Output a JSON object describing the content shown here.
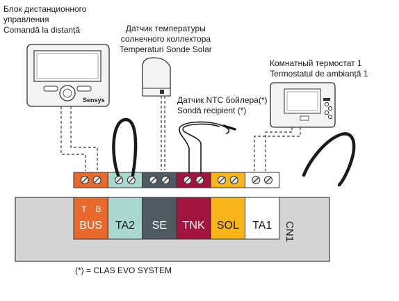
{
  "labels": {
    "remote_ru_1": "Блок дистанционного",
    "remote_ru_2": "управления",
    "remote_ro": "Comandă la distanță",
    "solar_ru_1": "Датчик температуры",
    "solar_ru_2": "солнечного коллектора",
    "solar_ro": "Temperaturi Sonde Solar",
    "ntc_ru": "Датчик NTC бойлера(*)",
    "ntc_ro": "Sondă recipient (*)",
    "room_ru": "Комнатный термостат 1",
    "room_ro": "Termostatul de ambianță 1",
    "footnote": "(*) = CLAS EVO SYSTEM",
    "device_brand": "Sensys",
    "board_label": "CN1"
  },
  "terminals": [
    {
      "id": "bus",
      "label": "BUS",
      "sub_left": "T",
      "sub_right": "B",
      "color": "#e8692b",
      "strip": "#e8692b",
      "text_color": "#ffffff"
    },
    {
      "id": "ta2",
      "label": "TA2",
      "sub_left": "",
      "sub_right": "",
      "color": "#a8d8cf",
      "strip": "#a8d8cf",
      "text_color": "#1a1a1a"
    },
    {
      "id": "se",
      "label": "SE",
      "sub_left": "",
      "sub_right": "",
      "color": "#4f5b63",
      "strip": "#4f5b63",
      "text_color": "#ffffff"
    },
    {
      "id": "tnk",
      "label": "TNK",
      "sub_left": "",
      "sub_right": "",
      "color": "#a3153f",
      "strip": "#a3153f",
      "text_color": "#ffffff"
    },
    {
      "id": "sol",
      "label": "SOL",
      "sub_left": "",
      "sub_right": "",
      "color": "#f7b518",
      "strip": "#f7b518",
      "text_color": "#1a1a1a"
    },
    {
      "id": "ta1",
      "label": "TA1",
      "sub_left": "",
      "sub_right": "",
      "color": "#ffffff",
      "strip": "#ffffff",
      "text_color": "#1a1a1a"
    }
  ]
}
